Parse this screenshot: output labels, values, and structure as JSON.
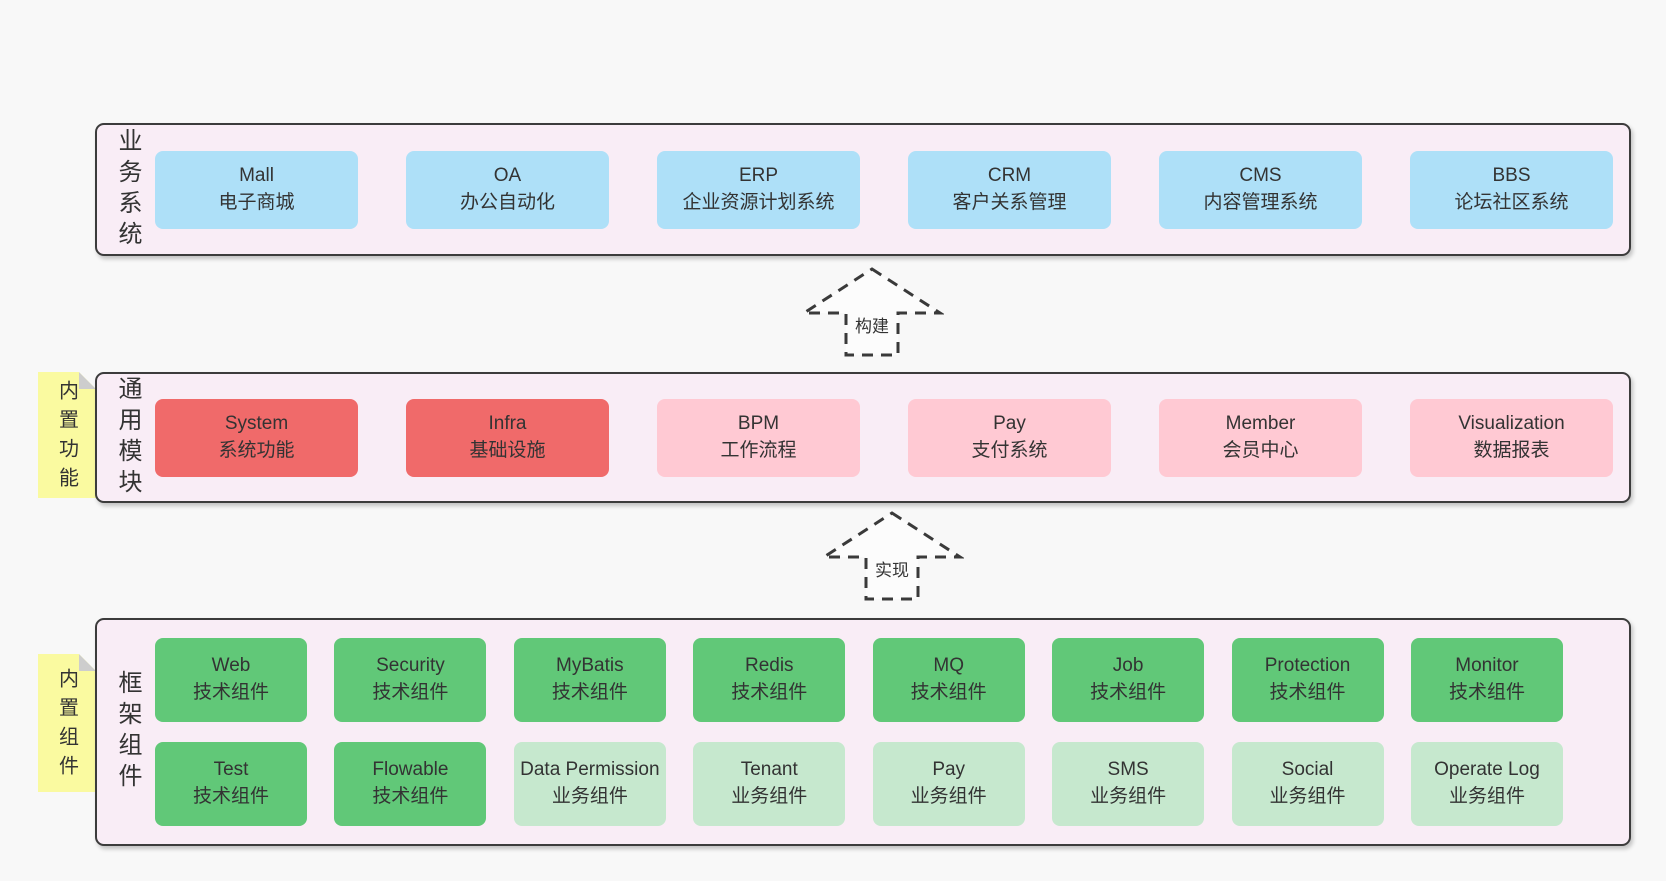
{
  "diagram": {
    "arrows": {
      "build": "构建",
      "implement": "实现"
    },
    "colors": {
      "canvas_background": "#f8f8f8",
      "container_fill": "#f9edf6",
      "container_border": "#3c3c3c",
      "system_box_blue": "#aee0f8",
      "core_module_red": "#f06a6a",
      "module_pink": "#ffc9d3",
      "tech_component_green": "#61c878",
      "biz_component_light_green": "#c6e8ce",
      "sticky_note_yellow": "#fafaa0",
      "text": "#333333"
    },
    "sections": {
      "business": {
        "side_label": "业务系统",
        "boxes": [
          {
            "title": "Mall",
            "subtitle": "电子商城",
            "variant": "blue"
          },
          {
            "title": "OA",
            "subtitle": "办公自动化",
            "variant": "blue"
          },
          {
            "title": "ERP",
            "subtitle": "企业资源计划系统",
            "variant": "blue"
          },
          {
            "title": "CRM",
            "subtitle": "客户关系管理",
            "variant": "blue"
          },
          {
            "title": "CMS",
            "subtitle": "内容管理系统",
            "variant": "blue"
          },
          {
            "title": "BBS",
            "subtitle": "论坛社区系统",
            "variant": "blue"
          }
        ]
      },
      "modules": {
        "side_label": "通用模块",
        "note_label": "内置功能",
        "boxes": [
          {
            "title": "System",
            "subtitle": "系统功能",
            "variant": "red"
          },
          {
            "title": "Infra",
            "subtitle": "基础设施",
            "variant": "red"
          },
          {
            "title": "BPM",
            "subtitle": "工作流程",
            "variant": "pink"
          },
          {
            "title": "Pay",
            "subtitle": "支付系统",
            "variant": "pink"
          },
          {
            "title": "Member",
            "subtitle": "会员中心",
            "variant": "pink"
          },
          {
            "title": "Visualization",
            "subtitle": "数据报表",
            "variant": "pink"
          }
        ]
      },
      "components": {
        "side_label": "框架组件",
        "note_label": "内置组件",
        "rows": [
          [
            {
              "title": "Web",
              "subtitle": "技术组件",
              "variant": "green"
            },
            {
              "title": "Security",
              "subtitle": "技术组件",
              "variant": "green"
            },
            {
              "title": "MyBatis",
              "subtitle": "技术组件",
              "variant": "green"
            },
            {
              "title": "Redis",
              "subtitle": "技术组件",
              "variant": "green"
            },
            {
              "title": "MQ",
              "subtitle": "技术组件",
              "variant": "green"
            },
            {
              "title": "Job",
              "subtitle": "技术组件",
              "variant": "green"
            },
            {
              "title": "Protection",
              "subtitle": "技术组件",
              "variant": "green"
            },
            {
              "title": "Monitor",
              "subtitle": "技术组件",
              "variant": "green"
            }
          ],
          [
            {
              "title": "Test",
              "subtitle": "技术组件",
              "variant": "green"
            },
            {
              "title": "Flowable",
              "subtitle": "技术组件",
              "variant": "green"
            },
            {
              "title": "Data Permission",
              "subtitle": "业务组件",
              "variant": "green-light"
            },
            {
              "title": "Tenant",
              "subtitle": "业务组件",
              "variant": "green-light"
            },
            {
              "title": "Pay",
              "subtitle": "业务组件",
              "variant": "green-light"
            },
            {
              "title": "SMS",
              "subtitle": "业务组件",
              "variant": "green-light"
            },
            {
              "title": "Social",
              "subtitle": "业务组件",
              "variant": "green-light"
            },
            {
              "title": "Operate Log",
              "subtitle": "业务组件",
              "variant": "green-light"
            }
          ]
        ]
      }
    }
  }
}
